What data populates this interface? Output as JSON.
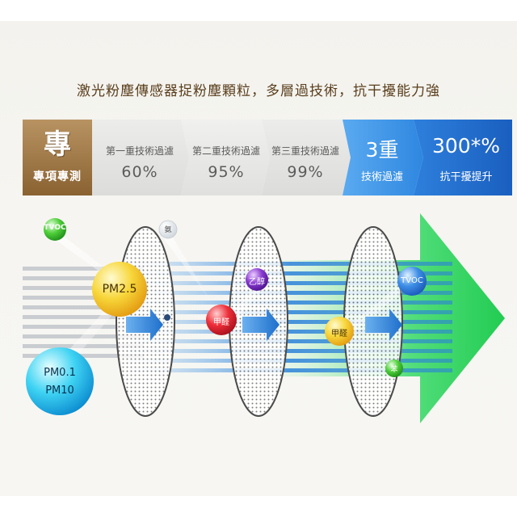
{
  "headline": "激光粉塵傳感器捉粉塵顆粒，多層過技術，抗干擾能力強",
  "badge": {
    "big": "專",
    "small": "專項專測"
  },
  "steps": [
    {
      "label": "第一重技術過濾",
      "value": "60%"
    },
    {
      "label": "第二重技術過濾",
      "value": "95%"
    },
    {
      "label": "第三重技術過濾",
      "value": "99%"
    }
  ],
  "highlights": [
    {
      "big": "3重",
      "sub": "技術過濾"
    },
    {
      "big": "300*%",
      "sub": "抗干擾提升"
    }
  ],
  "particles": {
    "tvoc_left": "TVOC",
    "ammonia": "氨",
    "pm25": "PM2.5",
    "ethanol": "乙醇",
    "formaldehyde_red": "甲醛",
    "formaldehyde_yellow": "甲醛",
    "tvoc_right": "TVOC",
    "benzene": "苯",
    "pm01": "PM0.1",
    "pm10": "PM10"
  },
  "colors": {
    "brown_badge": "#8a6232",
    "step_gray": "#e3e3e1",
    "blue_light": "#3f97e4",
    "blue_dark": "#1e6fcc",
    "arrow_green": "#2fd35e",
    "flow_blue": "#2b82d9"
  }
}
